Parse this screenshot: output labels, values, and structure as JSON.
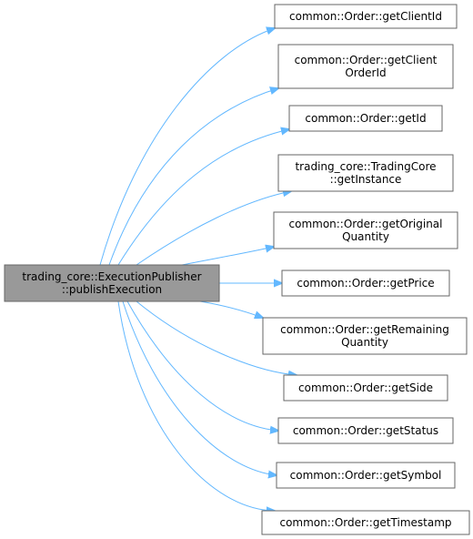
{
  "source_node": {
    "lines": [
      "trading_core::ExecutionPublisher",
      "::publishExecution"
    ],
    "fill": "#999999",
    "border": "#666666"
  },
  "callees": [
    {
      "id": "get-client-id",
      "lines": [
        "common::Order::getClientId"
      ]
    },
    {
      "id": "get-client-order-id",
      "lines": [
        "common::Order::getClient",
        "OrderId"
      ]
    },
    {
      "id": "get-id",
      "lines": [
        "common::Order::getId"
      ]
    },
    {
      "id": "get-instance",
      "lines": [
        "trading_core::TradingCore",
        "::getInstance"
      ]
    },
    {
      "id": "get-original-quantity",
      "lines": [
        "common::Order::getOriginal",
        "Quantity"
      ]
    },
    {
      "id": "get-price",
      "lines": [
        "common::Order::getPrice"
      ]
    },
    {
      "id": "get-remaining-quantity",
      "lines": [
        "common::Order::getRemaining",
        "Quantity"
      ]
    },
    {
      "id": "get-side",
      "lines": [
        "common::Order::getSide"
      ]
    },
    {
      "id": "get-status",
      "lines": [
        "common::Order::getStatus"
      ]
    },
    {
      "id": "get-symbol",
      "lines": [
        "common::Order::getSymbol"
      ]
    },
    {
      "id": "get-timestamp",
      "lines": [
        "common::Order::getTimestamp"
      ]
    }
  ],
  "colors": {
    "edge": "#63b8ff",
    "node_border": "#666666",
    "node_fill": "#ffffff"
  }
}
